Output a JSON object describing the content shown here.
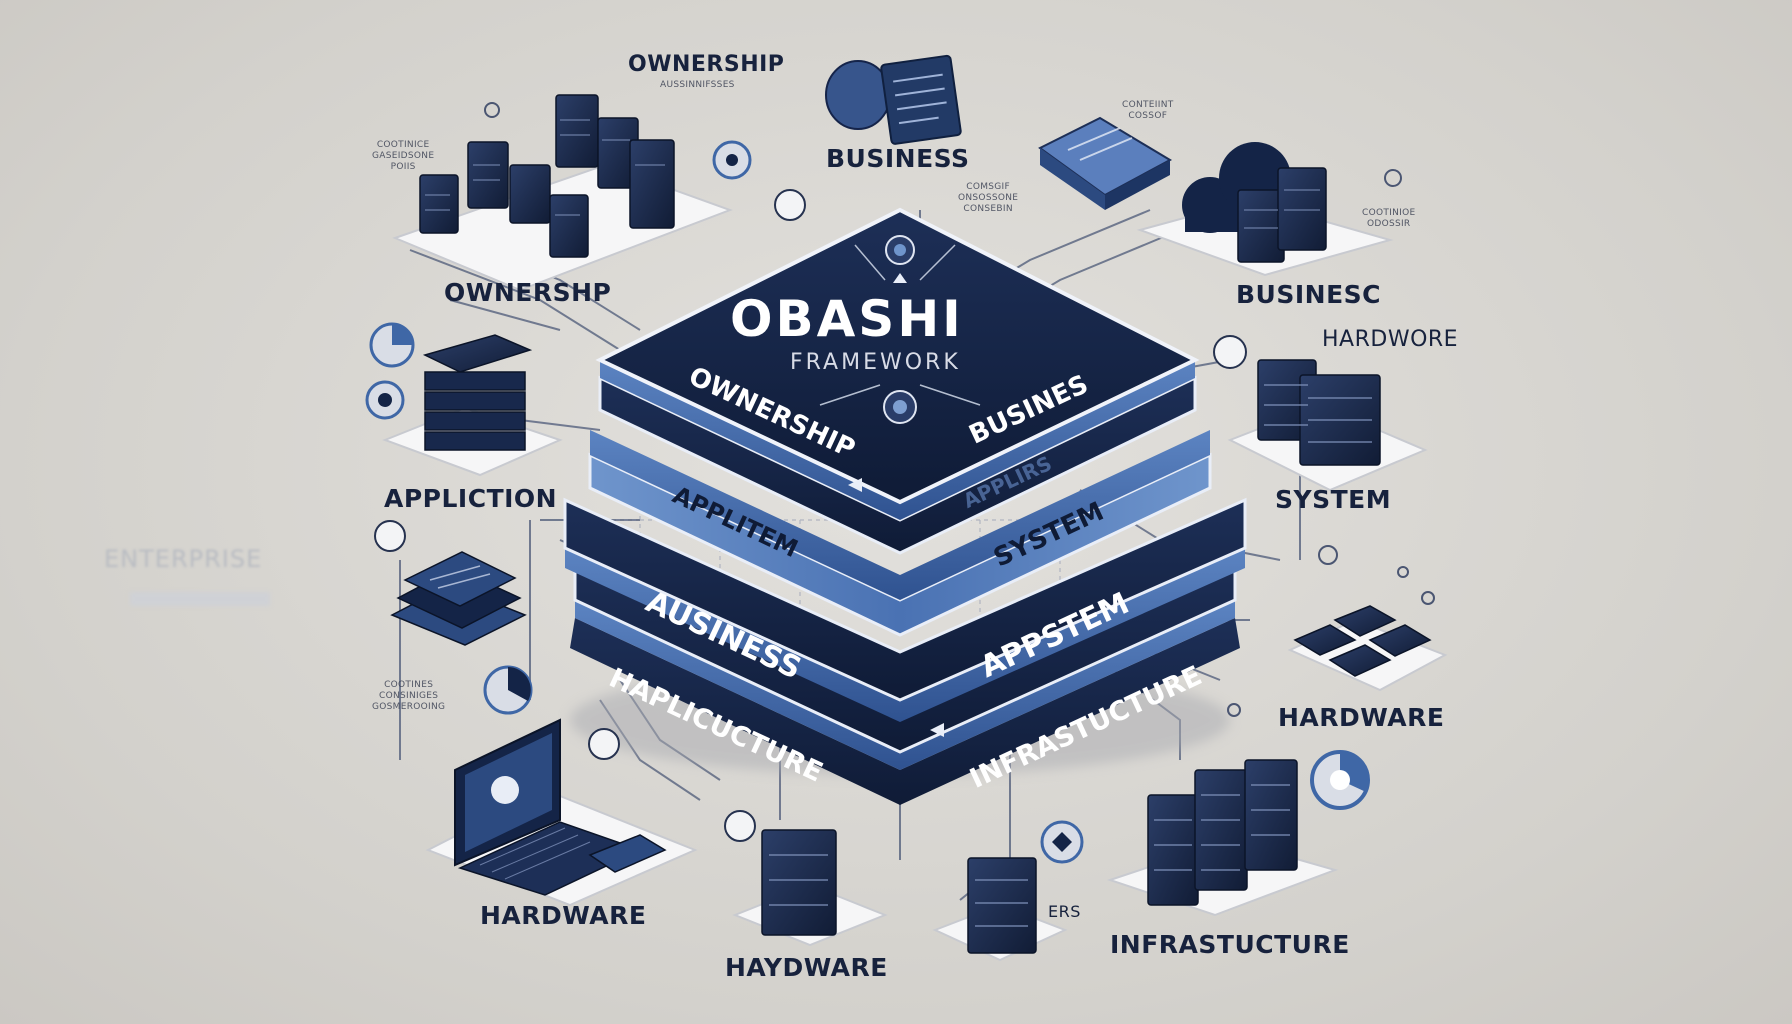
{
  "title": {
    "main": "OBASHI",
    "sub": "FRAMEWORK"
  },
  "layers": {
    "top_left": "OWNERSHIP",
    "top_right": "BUSINES",
    "second_left": "APPLITEM",
    "second_mid": "APPLIRS",
    "second_right": "SYSTEM",
    "third_left": "AUSINESS",
    "third_right": "APPSTEM",
    "bottom_left": "HAPLICUCTURE",
    "bottom_right": "INFRASTUCTURE"
  },
  "labels": {
    "ownership_top": "OWNERSHIP",
    "ownership_top_sub": "AUSSINNIFSSES",
    "business_top": "BUSINESS",
    "ownership_left": "OWNERSHP",
    "business_right": "BUSINESC",
    "hardwore": "HARDWORE",
    "application": "APPLICTION",
    "system": "SYSTEM",
    "enterprise": "ENTERPRISE",
    "hardware_right": "HARDWARE",
    "hardware_bottom_left": "HARDWARE",
    "haydware": "HAYDWARE",
    "infrastucture": "INFRASTUCTURE",
    "ers": "ERS"
  },
  "tiny_notes": {
    "top_left": "COOTINICE\nGASEIDSONE\nPOIIS",
    "top_center": "COMSGIF\nONSOSSONE\nCONSEBIN",
    "top_right": "CONTEIINT\nCOSSOF",
    "right": "COOTINIOE\nODOSSIR",
    "left": "COOTINES\nCONSINIGES\nGOSMEROOING"
  },
  "colors": {
    "navy": "#142447",
    "blue": "#3f67a6",
    "light_blue": "#6d93c8",
    "background": "#d6d4d0"
  },
  "icons": [
    "server-rack-icon",
    "cloud-icon",
    "laptop-icon",
    "network-node-icon",
    "pie-chart-icon",
    "document-icon"
  ]
}
